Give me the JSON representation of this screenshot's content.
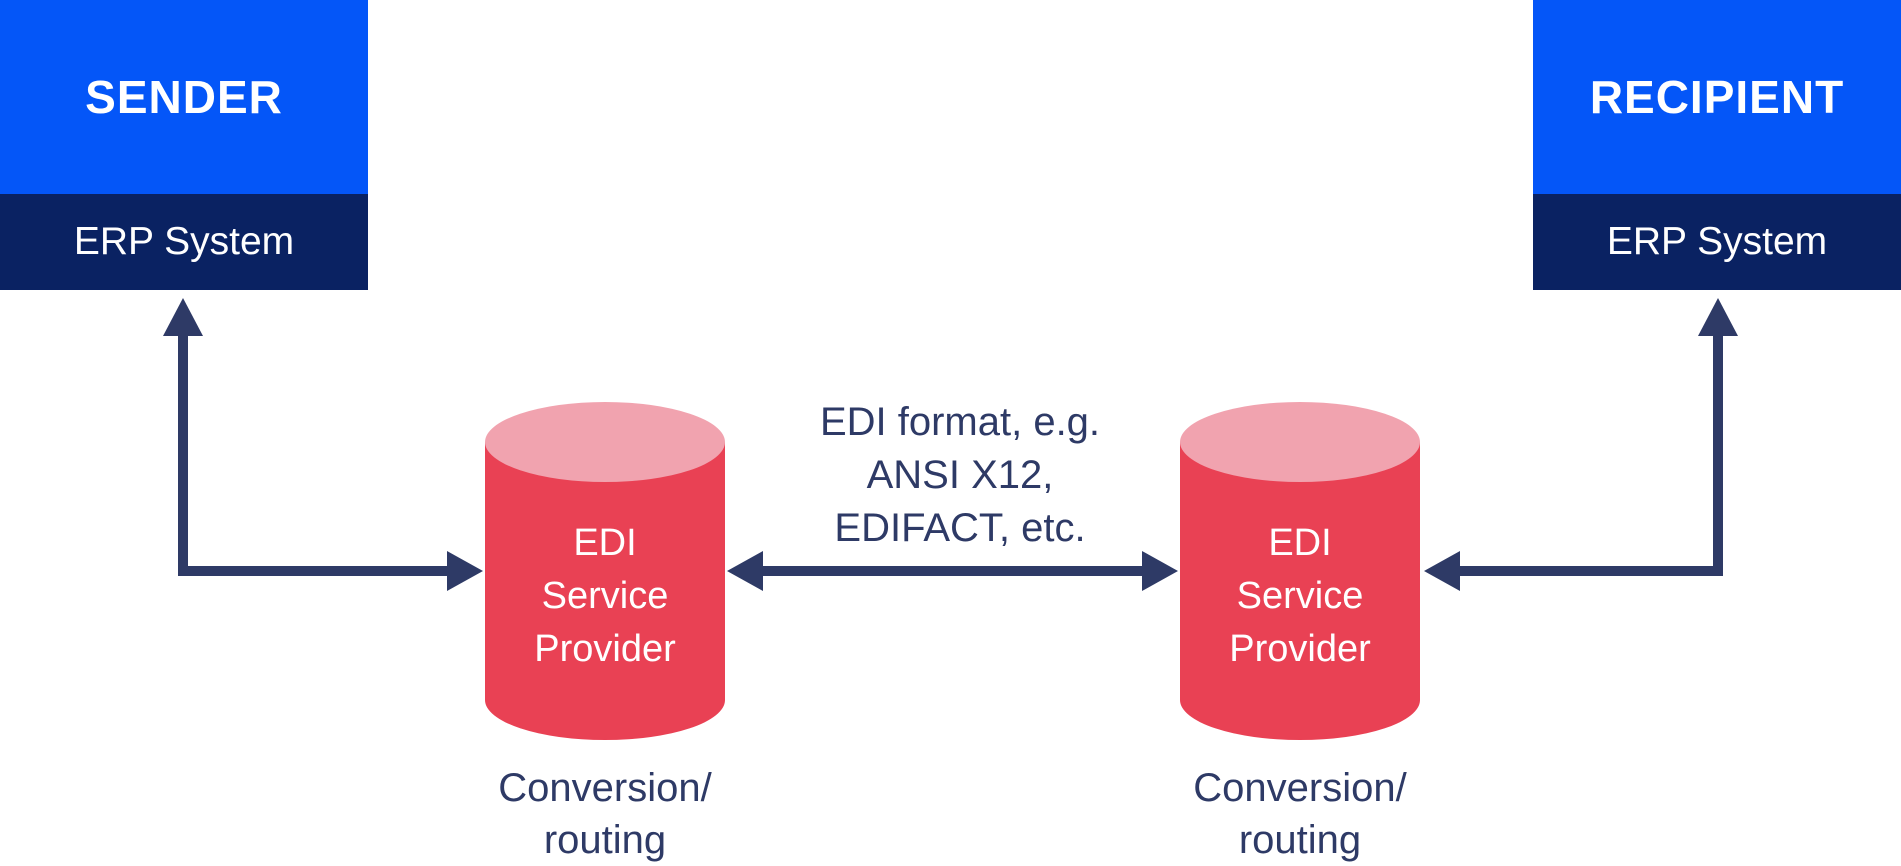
{
  "colors": {
    "blue": "#0456F8",
    "navy": "#0A2262",
    "ink": "#2E3A66",
    "red": "#E94154",
    "pink": "#F1A3AF",
    "white": "#FFFFFF"
  },
  "sender": {
    "title": "SENDER",
    "subtitle": "ERP System"
  },
  "recipient": {
    "title": "RECIPIENT",
    "subtitle": "ERP System"
  },
  "providers": [
    {
      "label_lines": [
        "EDI",
        "Service",
        "Provider"
      ],
      "caption_lines": [
        "Conversion/",
        "routing"
      ]
    },
    {
      "label_lines": [
        "EDI",
        "Service",
        "Provider"
      ],
      "caption_lines": [
        "Conversion/",
        "routing"
      ]
    }
  ],
  "exchange_label_lines": [
    "EDI format, e.g.",
    "ANSI X12,",
    "EDIFACT, etc."
  ],
  "arrows": [
    {
      "name": "sender-erp-connector",
      "type": "corner-double-headed"
    },
    {
      "name": "edi-format-exchange",
      "type": "horizontal-double-headed"
    },
    {
      "name": "recipient-erp-connector",
      "type": "corner-double-headed"
    }
  ]
}
